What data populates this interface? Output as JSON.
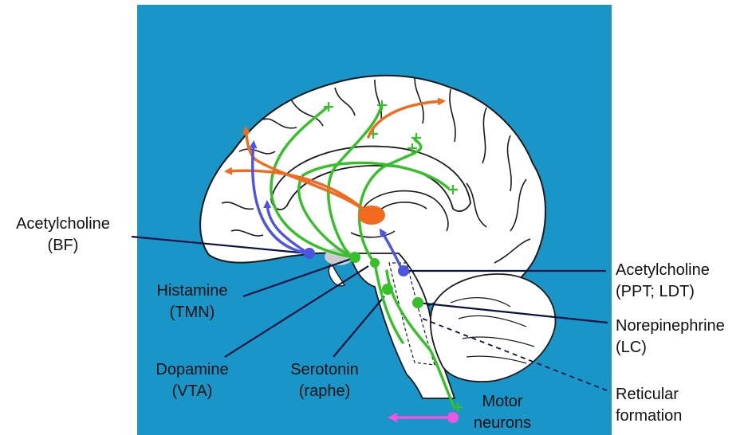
{
  "colors": {
    "background_panel": "#1a95c8",
    "acetylcholine": "#4b55e0",
    "dopamine_serotonin_ne": "#35c028",
    "orange_projection": "#f26a1e",
    "motor": "#ee55e0",
    "leader_line": "#0a1240"
  },
  "labels": {
    "ach_bf": {
      "name": "Acetylcholine",
      "region": "(BF)"
    },
    "histamine": {
      "name": "Histamine",
      "region": "(TMN)"
    },
    "dopamine": {
      "name": "Dopamine",
      "region": "(VTA)"
    },
    "serotonin": {
      "name": "Serotonin",
      "region": "(raphe)"
    },
    "ach_ppt": {
      "name": "Acetylcholine",
      "region": "(PPT; LDT)"
    },
    "norepinephrine": {
      "name": "Norepinephrine",
      "region": "(LC)"
    },
    "reticular": {
      "line1": "Reticular",
      "line2": "formation"
    },
    "motor": {
      "line1": "Motor",
      "line2": "neurons"
    }
  },
  "icons": [
    "plus-sign-marker",
    "arrow-head",
    "nucleus-dot"
  ]
}
